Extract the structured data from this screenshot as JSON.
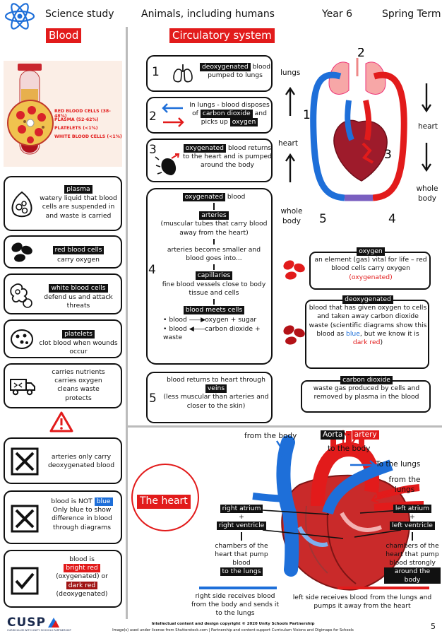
{
  "header": {
    "subject": "Science study",
    "topic": "Animals, including humans",
    "year": "Year 6",
    "term": "Spring Term"
  },
  "blood": {
    "title": "Blood",
    "composition": [
      {
        "label": "RED BLOOD CELLS (38-48%)",
        "color": "#e21b1b"
      },
      {
        "label": "PLASMA (52-62%)",
        "color": "#e21b1b"
      },
      {
        "label": "PLATELETS (<1%)",
        "color": "#e21b1b"
      },
      {
        "label": "WHITE BLOOD CELLS (<1%)",
        "color": "#e21b1b"
      }
    ],
    "plasma": {
      "title": "plasma",
      "text": "watery liquid that blood cells are suspended in and waste is carried"
    },
    "red_cells": {
      "title": "red blood cells",
      "text": "carry oxygen"
    },
    "white_cells": {
      "title": "white blood cells",
      "text": "defend us and attack threats"
    },
    "platelets": {
      "title": "platelets",
      "text": "clot blood when wounds occur"
    },
    "transport": {
      "line1": "carries nutrients",
      "line2": "carries oxygen",
      "line3": "cleans waste",
      "line4": "protects"
    },
    "misconceptions": {
      "m1": "arteries only carry deoxygenated blood",
      "m2_a": "blood is NOT",
      "m2_blue": "blue",
      "m2_b": "Only blue to show difference in blood through diagrams",
      "m3_a": "blood is",
      "m3_bright": "bright red",
      "m3_b": "(oxygenated) or",
      "m3_dark": "dark red",
      "m3_c": "(deoxygenated)"
    }
  },
  "circ": {
    "title": "Circulatory system",
    "step1": {
      "num": "1",
      "tag": "deoxygenated",
      "text": "blood pumped to lungs"
    },
    "step2": {
      "num": "2",
      "a": "In lungs - blood disposes of",
      "tag1": "carbon dioxide",
      "b": "and picks up",
      "tag2": "oxygen"
    },
    "step3": {
      "num": "3",
      "tag": "oxygenated",
      "text": "blood returns to the heart and is pumped around the body"
    },
    "step4": {
      "num": "4",
      "tag": "oxygenated",
      "tag_after": "blood",
      "arteries": "arteries",
      "arteries_text": "(muscular tubes that carry blood away from the heart)",
      "mid": "arteries become smaller and blood goes into...",
      "capillaries": "capillaries",
      "cap_text": "fine blood vessels close to body tissue and cells",
      "meets": "blood meets cells",
      "bullet1": "blood",
      "bullet1b": "oxygen + sugar",
      "bullet2": "blood",
      "bullet2b": "carbon dioxide + waste"
    },
    "step5": {
      "num": "5",
      "a": "blood returns to heart through",
      "tag": "veins",
      "b": "(less muscular than arteries and closer to the skin)"
    },
    "diagram": {
      "lungs": "lungs",
      "heart": "heart",
      "heart2": "heart",
      "whole_body": "whole body",
      "whole_body2": "whole body",
      "n1": "1",
      "n2": "2",
      "n3": "3",
      "n4": "4",
      "n5": "5"
    }
  },
  "defs": {
    "oxygen": {
      "title": "oxygen",
      "text": "an element (gas) vital for life – red blood cells carry oxygen",
      "tag": "(oxygenated)"
    },
    "deoxygenated": {
      "title": "deoxygenated",
      "text": "blood that has given oxygen to cells and taken away carbon dioxide waste (scientific diagrams show this blood as",
      "blue": "blue",
      "text2": ", but we know it is",
      "dark": "dark red",
      "text3": ")"
    },
    "carbon": {
      "title": "carbon dioxide",
      "text": "waste gas produced by cells and removed by plasma in the blood"
    }
  },
  "heart": {
    "title": "The heart",
    "from_body": "from the body",
    "aorta": "Aorta",
    "artery": "artery",
    "to_body": "to the body",
    "to_lungs": "To the lungs",
    "from_lungs": "from the lungs",
    "right_atrium": "right atrium",
    "plus1": "+",
    "right_ventricle": "right ventricle",
    "left_atrium": "left atrium",
    "plus2": "+",
    "left_ventricle": "left ventricle",
    "right_chambers": "chambers of the heart that pump blood",
    "right_tag": "to the lungs",
    "left_chambers": "chambers of the heart that pump blood strongly",
    "left_tag": "around the body",
    "right_side": "right side receives blood from the body and sends it to the lungs",
    "left_side": "left side receives blood from the lungs and pumps it away from the heart"
  },
  "footer": {
    "logo": "CUSP",
    "logo_sub": "CURRICULUM WITH UNITY SCHOOLS PARTNERSHIP",
    "copyright": "Intellectual content and design copyright © 2020 Unity Schools Partnership",
    "license": "Image(s) used under license from Shutterstock.com | Partnership and content support Curriculum Visions and Digimaps for Schools",
    "page": "5"
  },
  "colors": {
    "red": "#e21b1b",
    "blue": "#1e6fd9",
    "black": "#111111"
  }
}
